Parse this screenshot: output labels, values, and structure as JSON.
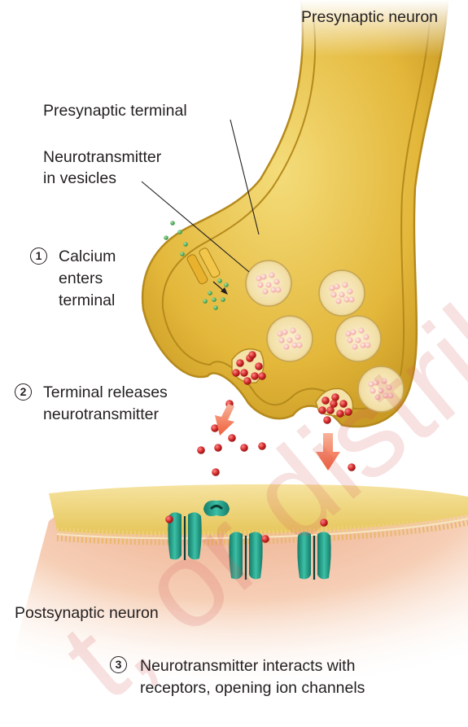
{
  "labels": {
    "presynaptic_neuron": "Presynaptic neuron",
    "presynaptic_terminal": "Presynaptic terminal",
    "nt_vesicles_line1": "Neurotransmitter",
    "nt_vesicles_line2": "in vesicles",
    "step1_num": "1",
    "step1_line1": "Calcium",
    "step1_line2": "enters",
    "step1_line3": "terminal",
    "step2_num": "2",
    "step2_line1": "Terminal releases",
    "step2_line2": "neurotransmitter",
    "postsynaptic_neuron": "Postsynaptic neuron",
    "step3_num": "3",
    "step3_line1": "Neurotransmitter interacts with",
    "step3_line2": "receptors, opening ion channels"
  },
  "watermark": "t, or distribute",
  "colors": {
    "terminal_gold": "#e3b73a",
    "terminal_dark": "#b58a1c",
    "neurotransmitter": "#d42b2b",
    "calcium": "#3ea84e",
    "receptor": "#1d9b86",
    "arrow": "#f26a45",
    "postsynaptic_body": "#f3cbb0"
  }
}
